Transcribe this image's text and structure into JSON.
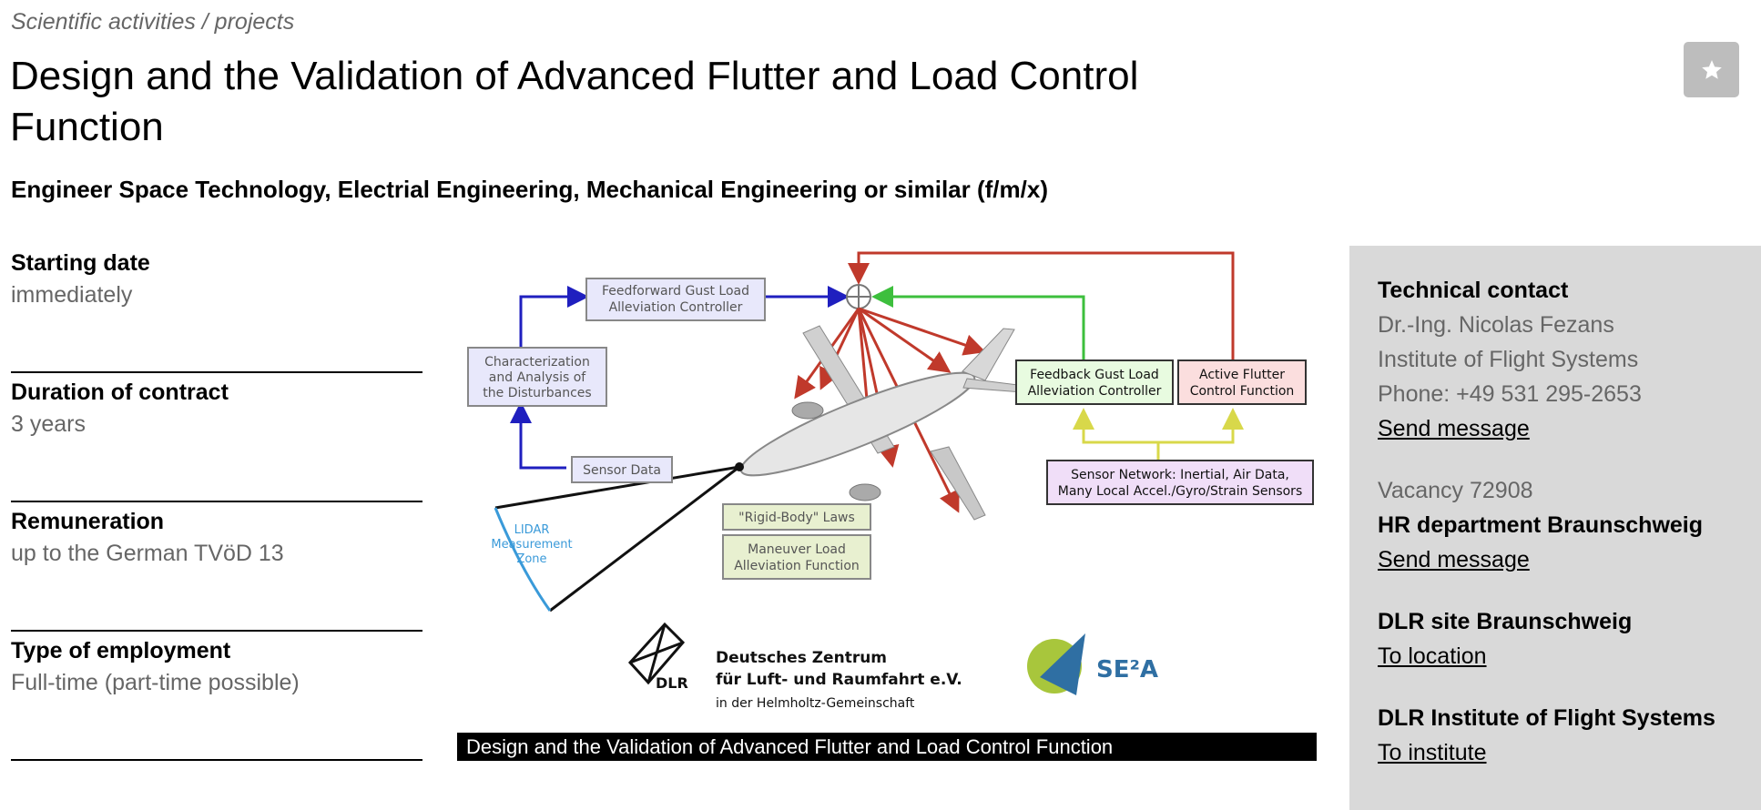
{
  "breadcrumb": "Scientific activities / projects",
  "title": "Design and the Validation of Advanced Flutter and Load Control Function",
  "subtitle": "Engineer Space Technology, Electrial Engineering, Mechanical Engineering or similar (f/m/x)",
  "facts": [
    {
      "label": "Starting date",
      "value": "immediately"
    },
    {
      "label": "Duration of contract",
      "value": "3 years"
    },
    {
      "label": "Remuneration",
      "value": "up to the German TVöD 13"
    },
    {
      "label": "Type of employment",
      "value": "Full-time (part-time possible)"
    }
  ],
  "figure": {
    "caption": "Design and the Validation of Advanced Flutter and Load Control Function",
    "diagram": {
      "feedforward": [
        "Feedforward Gust Load",
        "Alleviation Controller"
      ],
      "characterization": [
        "Characterization",
        "and Analysis of",
        "the Disturbances"
      ],
      "sensor_data": "Sensor Data",
      "lidar": [
        "LIDAR",
        "Measurement",
        "Zone"
      ],
      "rigid_body": "\"Rigid-Body\" Laws",
      "maneuver": [
        "Maneuver Load",
        "Alleviation Function"
      ],
      "feedback": [
        "Feedback Gust Load",
        "Alleviation Controller"
      ],
      "active_flutter": [
        "Active Flutter",
        "Control Function"
      ],
      "sensor_network": [
        "Sensor Network: Inertial, Air Data,",
        "Many Local Accel./Gyro/Strain Sensors"
      ]
    },
    "logos": {
      "dlr_short": "DLR",
      "dlr_name": [
        "Deutsches Zentrum",
        "für Luft- und Raumfahrt e.V.",
        "in der Helmholtz-Gemeinschaft"
      ],
      "se2a": "SE²A"
    }
  },
  "contact": {
    "technical_heading": "Technical contact",
    "name": "Dr.-Ing. Nicolas Fezans",
    "institute": "Institute of Flight Systems",
    "phone": "Phone: +49 531 295-2653",
    "send_message_1": "Send message",
    "vacancy": "Vacancy 72908",
    "hr_heading": "HR department Braunschweig",
    "send_message_2": "Send message",
    "site_heading": "DLR site Braunschweig",
    "location_link": "To location",
    "institute_heading": "DLR Institute of Flight Systems",
    "institute_link": "To institute"
  },
  "icons": {
    "bookmark": "star-icon"
  },
  "colors": {
    "panel": "#d9d9d9",
    "muted_text": "#666666",
    "diagram_blue": "#1f1fbf",
    "diagram_green": "#3dbf3d",
    "diagram_red": "#c0392b",
    "diagram_yellow": "#d8d84a"
  }
}
